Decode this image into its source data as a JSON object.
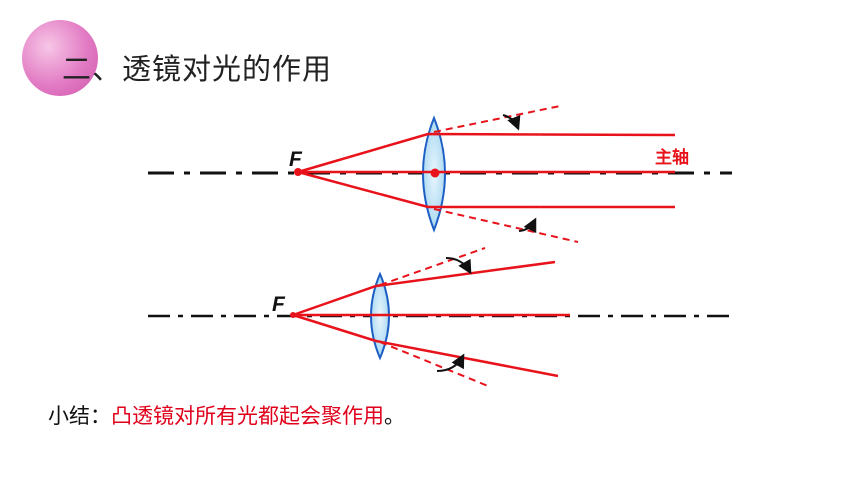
{
  "slide": {
    "title": "二、透镜对光的作用"
  },
  "diagram1": {
    "focus_label": "F",
    "axis_label": "主轴"
  },
  "diagram2": {
    "focus_label": "F"
  },
  "summary": {
    "lead": "小结：",
    "body": "凸透镜对所有光都起会聚作用",
    "period": "。"
  },
  "colors": {
    "ray": "#e8121b",
    "arrowhead": "#f36a22",
    "lens_fill": "#bfe4f7",
    "lens_stroke": "#1d5fc4",
    "axis": "#111111",
    "accent_circle": "#e27bc4"
  }
}
